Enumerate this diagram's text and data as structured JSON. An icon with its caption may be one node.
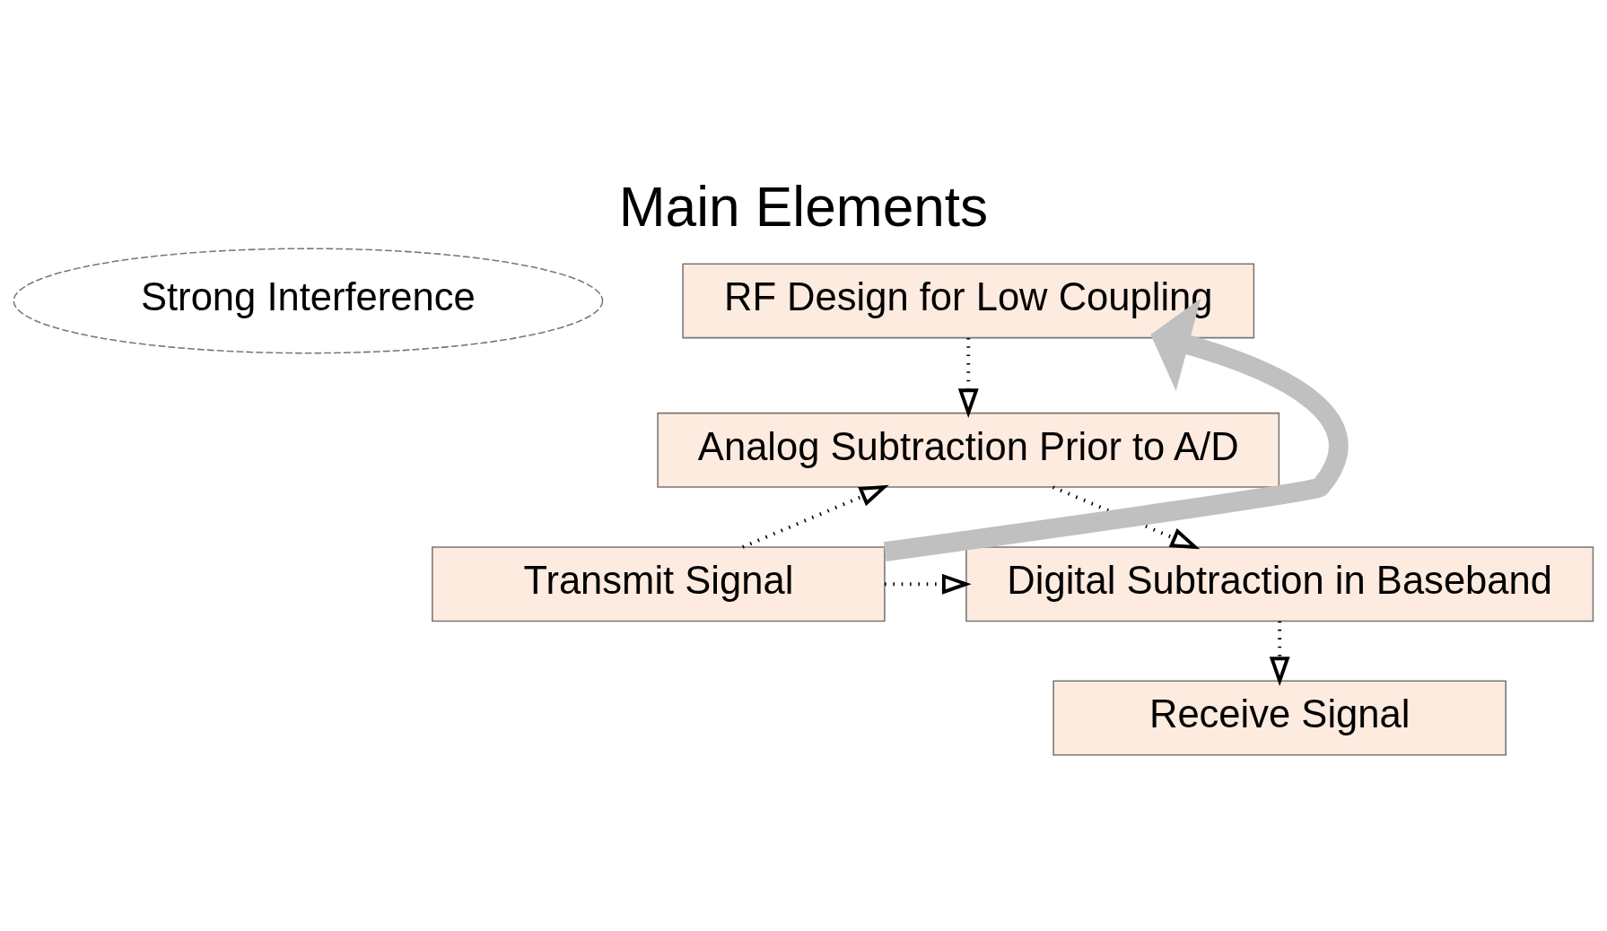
{
  "diagram": {
    "title": "Main Elements",
    "nodes": [
      {
        "text": [
          "Strong Interference"
        ]
      },
      {
        "text": [
          "RF Design for Low Coupling"
        ]
      },
      {
        "text": [
          "Analog Subtraction Prior to A/D"
        ]
      },
      {
        "text": [
          "Digital Subtraction in Baseband"
        ]
      },
      {
        "text": [
          "Receive Signal"
        ]
      },
      {
        "text": [
          "Transmit Signal"
        ]
      }
    ],
    "edges": [
      {
        "from": 5,
        "to": 1,
        "arrow": "to",
        "style": "thick",
        "color": "#c0c0c0"
      },
      {
        "from": 1,
        "to": 2,
        "arrow": "to",
        "style": "dashed"
      },
      {
        "from": 2,
        "to": 3,
        "arrow": "to",
        "style": "dashed"
      },
      {
        "from": 3,
        "to": 4,
        "arrow": "to",
        "style": "dashed"
      },
      {
        "from": 5,
        "to": 2,
        "arrow": "to",
        "style": "dashed"
      },
      {
        "from": 5,
        "to": 3,
        "arrow": "to",
        "style": "dashed"
      }
    ]
  }
}
